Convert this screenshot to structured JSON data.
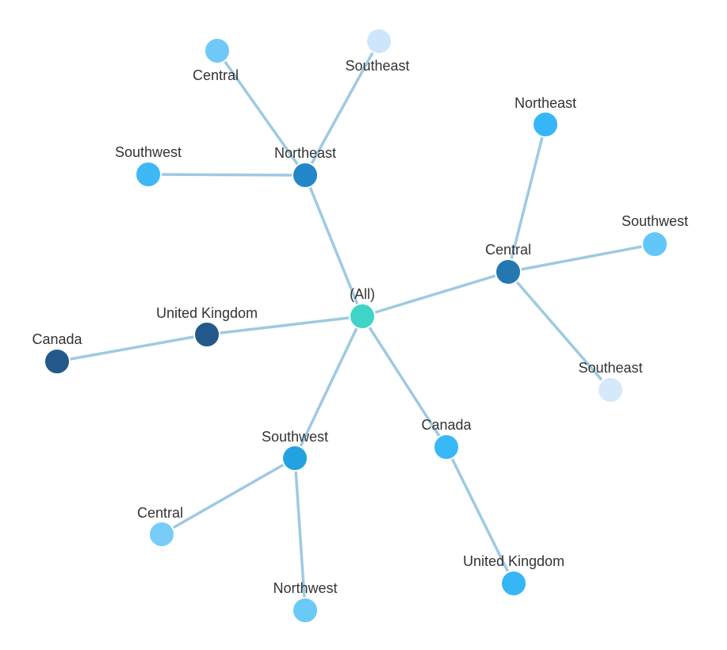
{
  "graph": {
    "nodes": [
      {
        "id": "all",
        "label": "(All)",
        "color": "#3fd4c6"
      },
      {
        "id": "ne",
        "label": "Northeast",
        "color": "#2387c7"
      },
      {
        "id": "ne-central",
        "label": "Central",
        "color": "#6ec9f7"
      },
      {
        "id": "ne-southeast",
        "label": "Southeast",
        "color": "#cde6fb"
      },
      {
        "id": "ne-southwest",
        "label": "Southwest",
        "color": "#3db8f5"
      },
      {
        "id": "central",
        "label": "Central",
        "color": "#2577b1"
      },
      {
        "id": "c-northeast",
        "label": "Northeast",
        "color": "#36b6f6"
      },
      {
        "id": "c-southwest",
        "label": "Southwest",
        "color": "#63c6f8"
      },
      {
        "id": "c-southeast",
        "label": "Southeast",
        "color": "#d5e9fb"
      },
      {
        "id": "uk",
        "label": "United Kingdom",
        "color": "#23598a"
      },
      {
        "id": "uk-canada",
        "label": "Canada",
        "color": "#23598a"
      },
      {
        "id": "sw",
        "label": "Southwest",
        "color": "#23a2e2"
      },
      {
        "id": "sw-central",
        "label": "Central",
        "color": "#77cdf7"
      },
      {
        "id": "sw-northwest",
        "label": "Northwest",
        "color": "#6bc9f7"
      },
      {
        "id": "canada",
        "label": "Canada",
        "color": "#37b8f7"
      },
      {
        "id": "ca-uk",
        "label": "United Kingdom",
        "color": "#36b6f6"
      }
    ],
    "links": [
      [
        "all",
        "ne"
      ],
      [
        "ne",
        "ne-central"
      ],
      [
        "ne",
        "ne-southeast"
      ],
      [
        "ne",
        "ne-southwest"
      ],
      [
        "all",
        "central"
      ],
      [
        "central",
        "c-northeast"
      ],
      [
        "central",
        "c-southwest"
      ],
      [
        "central",
        "c-southeast"
      ],
      [
        "all",
        "uk"
      ],
      [
        "uk",
        "uk-canada"
      ],
      [
        "all",
        "sw"
      ],
      [
        "sw",
        "sw-central"
      ],
      [
        "sw",
        "sw-northwest"
      ],
      [
        "all",
        "canada"
      ],
      [
        "canada",
        "ca-uk"
      ]
    ]
  }
}
